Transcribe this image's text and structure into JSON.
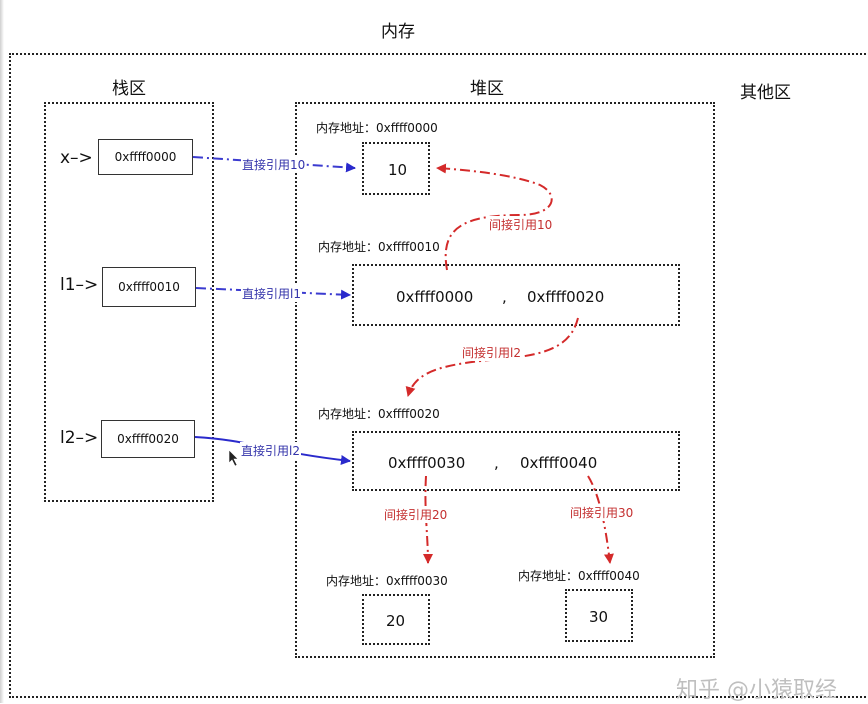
{
  "title": "内存",
  "regions": {
    "stack": "栈区",
    "heap": "堆区",
    "other": "其他区"
  },
  "stack_vars": [
    {
      "label": "x–>",
      "value": "0xffff0000"
    },
    {
      "label": "l1–>",
      "value": "0xffff0010"
    },
    {
      "label": "l2–>",
      "value": "0xffff0020"
    }
  ],
  "heap_objects": {
    "int10": {
      "addr": "内存地址：0xffff0000",
      "value": "10"
    },
    "list1": {
      "addr": "内存地址：0xffff0010",
      "item1": "0xffff0000",
      "sep": ",",
      "item2": "0xffff0020"
    },
    "list2": {
      "addr": "内存地址：0xffff0020",
      "item1": "0xffff0030",
      "sep": ",",
      "item2": "0xffff0040"
    },
    "int20": {
      "addr": "内存地址：0xffff0030",
      "value": "20"
    },
    "int30": {
      "addr": "内存地址：0xffff0040",
      "value": "30"
    }
  },
  "arrow_labels": {
    "direct_10": "直接引用10",
    "direct_l1": "直接引用l1",
    "direct_l2": "直接引用l2",
    "indirect_10": "间接引用10",
    "indirect_l2": "间接引用l2",
    "indirect_20": "间接引用20",
    "indirect_30": "间接引用30"
  },
  "colors": {
    "direct": "#3333aa",
    "indirect": "#c43030",
    "direct_solid": "#2a2acc"
  },
  "watermark": "知乎 @小猿取经"
}
